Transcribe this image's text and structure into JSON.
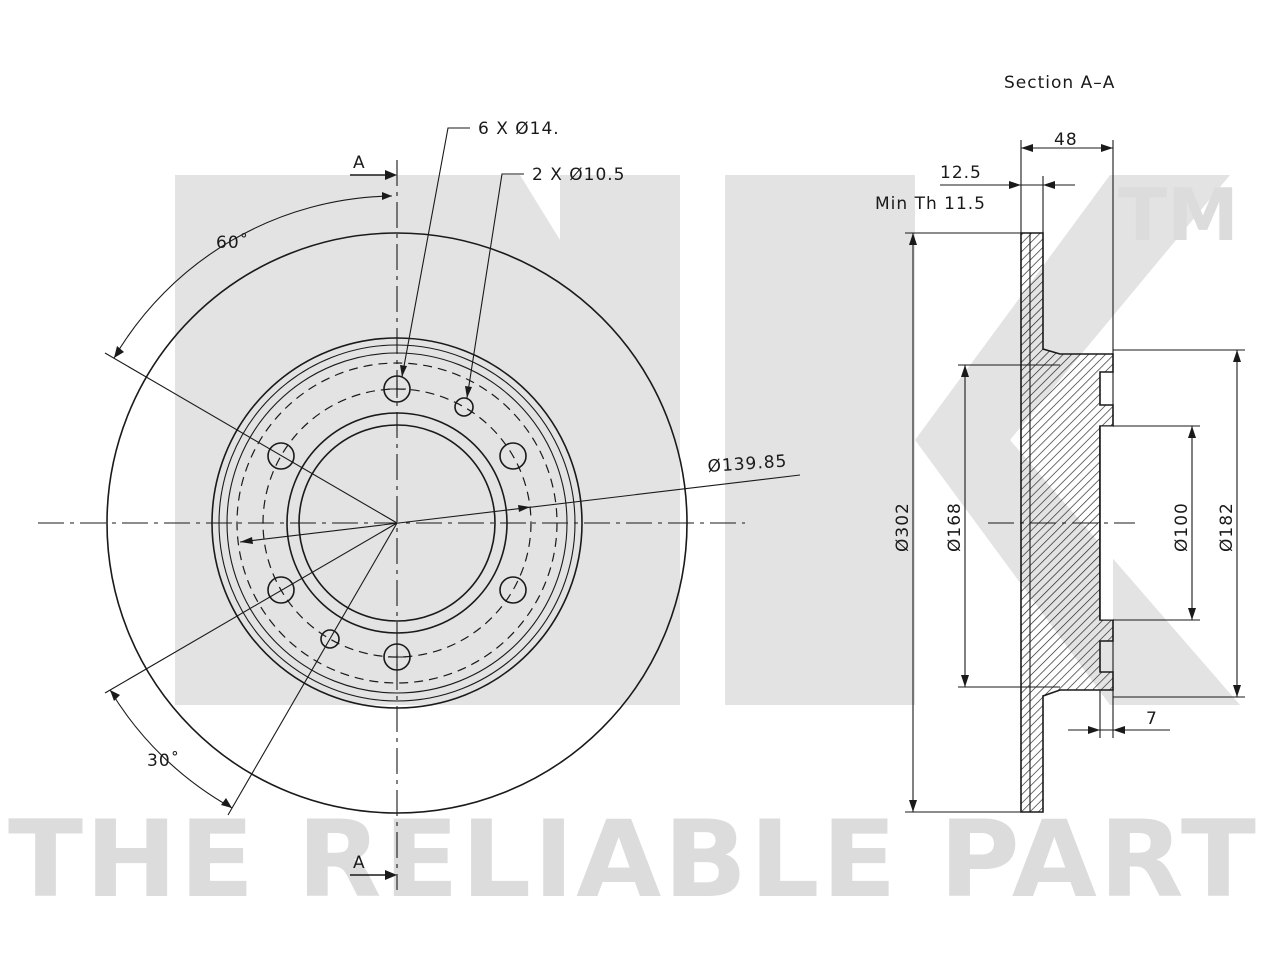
{
  "watermark": {
    "slogan": "THE RELIABLE PART",
    "trademark": "TM"
  },
  "front_view": {
    "section_marker_top": "A",
    "section_marker_bottom": "A",
    "holes_large": "6 X Ø14.",
    "holes_small": "2 X Ø10.5",
    "angle_top": "60˚",
    "angle_bottom": "30˚",
    "pcd": "Ø139.85"
  },
  "section_view": {
    "title": "Section A–A",
    "overall_height": "48",
    "disc_thickness": "12.5",
    "min_thickness": "Min Th  11.5",
    "outer_diameter": "Ø302",
    "hat_inner_diameter": "Ø168",
    "center_bore": "Ø100",
    "hat_outer_diameter": "Ø182",
    "flange_thickness": "7"
  },
  "colors": {
    "line": "#1a1a1a",
    "watermark": "#e3e3e3",
    "hatch": "#1a1a1a"
  }
}
